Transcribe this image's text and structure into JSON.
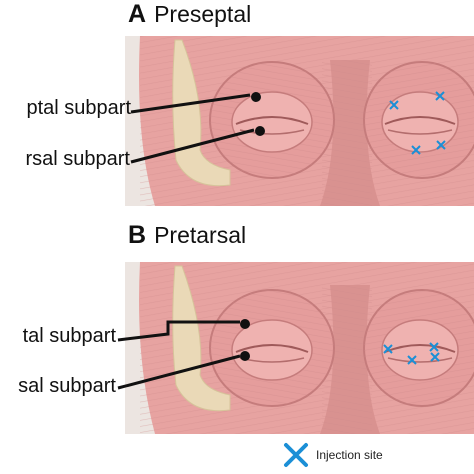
{
  "panels": [
    {
      "letter": "A",
      "title": "Preseptal",
      "labels": {
        "upper": "ptal subpart",
        "lower": "rsal subpart"
      }
    },
    {
      "letter": "B",
      "title": "Pretarsal",
      "labels": {
        "upper": "tal subpart",
        "lower": "sal subpart"
      }
    }
  ],
  "legend": {
    "marker_icon": "x-mark-icon",
    "label": "Injection site",
    "marker_color": "#1b8fd6"
  },
  "colors": {
    "muscle": "#e8a8a6",
    "muscle_dark": "#c97b7b",
    "bone": "#ead9b7",
    "skin": "#ece5e1"
  }
}
